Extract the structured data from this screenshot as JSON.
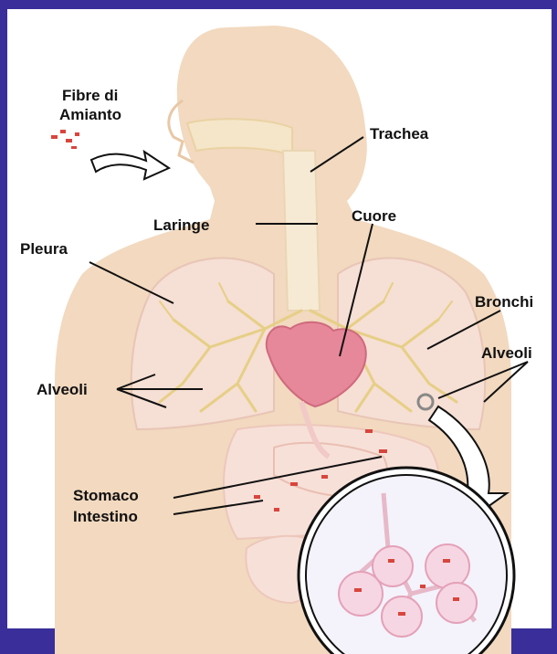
{
  "labels": {
    "fibre_line1": "Fibre di",
    "fibre_line2": "Amianto",
    "trachea": "Trachea",
    "laringe": "Laringe",
    "cuore": "Cuore",
    "pleura": "Pleura",
    "bronchi": "Bronchi",
    "alveoli_left": "Alveoli",
    "alveoli_right": "Alveoli",
    "stomaco": "Stomaco",
    "intestino": "Intestino"
  },
  "colors": {
    "background_border": "#3a2f9a",
    "body_silhouette": "#f2d9bf",
    "lungs": "#f6dfd4",
    "bronchial_tree": "#e6cf86",
    "heart": "#e7879a",
    "fibres": "#d8453c",
    "arrow_outline": "#111111"
  }
}
